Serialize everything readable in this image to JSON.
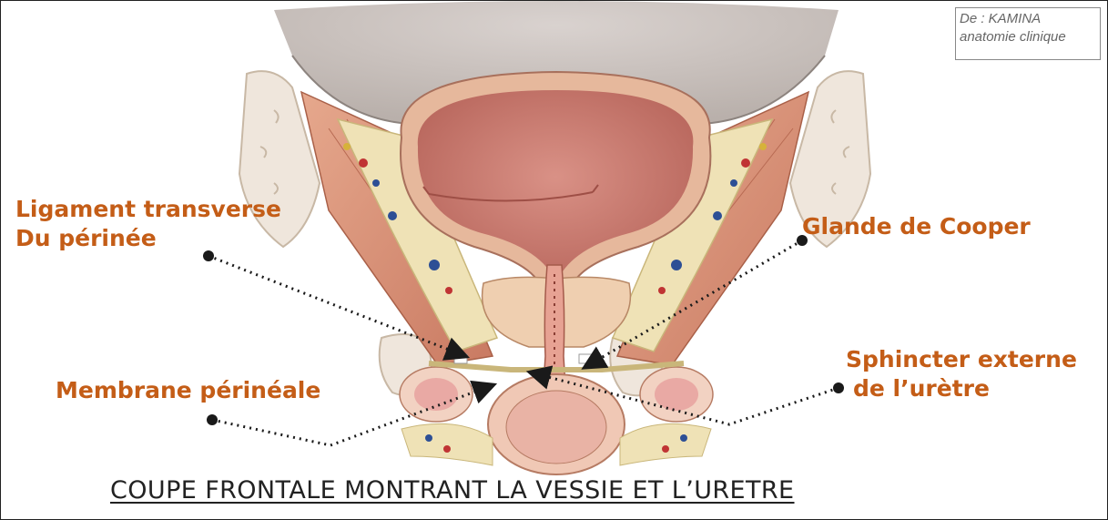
{
  "labels": {
    "ligament_line1": "Ligament transverse",
    "ligament_line2": "Du périnée",
    "membrane": "Membrane périnéale",
    "glande": "Glande de Cooper",
    "sphincter_line1": "Sphincter externe",
    "sphincter_line2": "de l’urètre"
  },
  "credit": {
    "line1": "De : KAMINA",
    "line2": "anatomie clinique"
  },
  "figure_title": "COUPE FRONTALE MONTRANT LA VESSIE ET L’URETRE",
  "colors": {
    "label": "#c45d17",
    "bladder_wall": "#e6b89c",
    "bladder_lumen": "#c4776c",
    "muscle": "#d9957c",
    "bone": "#efe6dc",
    "fat": "#efe2b6"
  }
}
